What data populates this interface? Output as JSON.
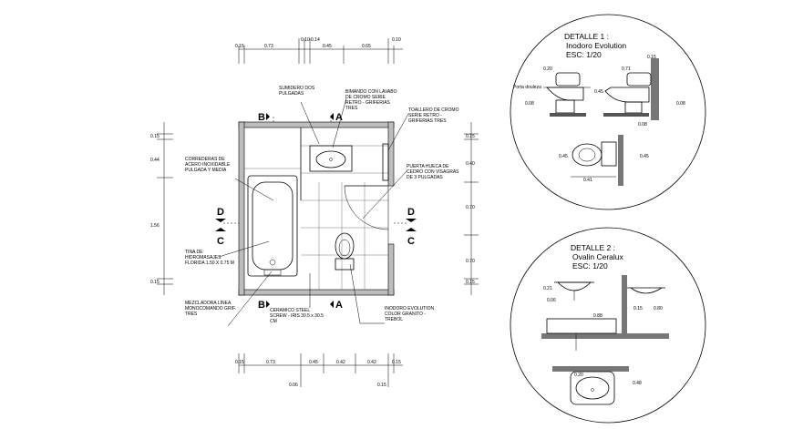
{
  "plan": {
    "dims_top": [
      "0.15",
      "0.73",
      "0.10",
      "0.14",
      "0.45",
      "0.65",
      "0.10"
    ],
    "dims_bottom": [
      "0.15",
      "0.73",
      "0.45",
      "0.42",
      "0.42",
      "0.15"
    ],
    "dims_bottom_sub": [
      "0.06",
      "0.15"
    ],
    "dims_left": [
      "0.15",
      "0.44",
      "1.56",
      "0.15"
    ],
    "dims_right": [
      "0.15",
      "0.40",
      "0.70",
      "0.70",
      "0.15"
    ],
    "section_marks": {
      "b_top": "B",
      "a_top": "A",
      "b_bottom": "B",
      "a_bottom": "A",
      "d_left": "D",
      "c_left": "C",
      "d_right": "D",
      "c_right": "C"
    },
    "notes": {
      "sumidero": "SUMIDERO DOS PULGADAS",
      "lavabo": "BIMANDO CON LAVABO DE CROMO SERIE RETRO - GRIFERIAS TRES",
      "toallero": "TOALLERO DE CROMO SERIE RETRO - GRIFERIAS TRES",
      "correderas": "CORREDERAS DE ACERO INOXIDABLE PULGADA Y MEDIA",
      "puerta": "PUERTA HUECA DE CEDRO CON VISAGRAS DE 3 PULGADAS",
      "tina": "TINA DE HIDROMASAJES FLORIDA 1.50 X 0.75 M",
      "mezcladora": "MEZCLADORA LINEA MONOCOMANDO GRIF. TRES",
      "ceramico": "CERAMICO STEEL SCREW - IRIS 30.5 x 30.5 CM",
      "inodoro": "INODORO EVOLUTION COLOR GRANITO - TREBOL"
    }
  },
  "detalle1": {
    "title": "DETALLE 1 :",
    "subtitle": "Inodoro Evolution",
    "scale": "ESC: 1/20",
    "label": "Porta douleza",
    "dims": [
      "0.20",
      "0.71",
      "0.15",
      "0.45",
      "0.08",
      "0.08",
      "0.08",
      "0.45",
      "0.45",
      "0.41"
    ]
  },
  "detalle2": {
    "title": "DETALLE 2 :",
    "subtitle": "Ovalin Ceralux",
    "scale": "ESC: 1/20",
    "dims": [
      "0.21",
      "0.06",
      "0.88",
      "0.15",
      "0.80",
      "0.20",
      "0.48"
    ]
  },
  "colors": {
    "line": "#000000",
    "wall_fill": "#bdbdbd",
    "background": "#ffffff"
  }
}
